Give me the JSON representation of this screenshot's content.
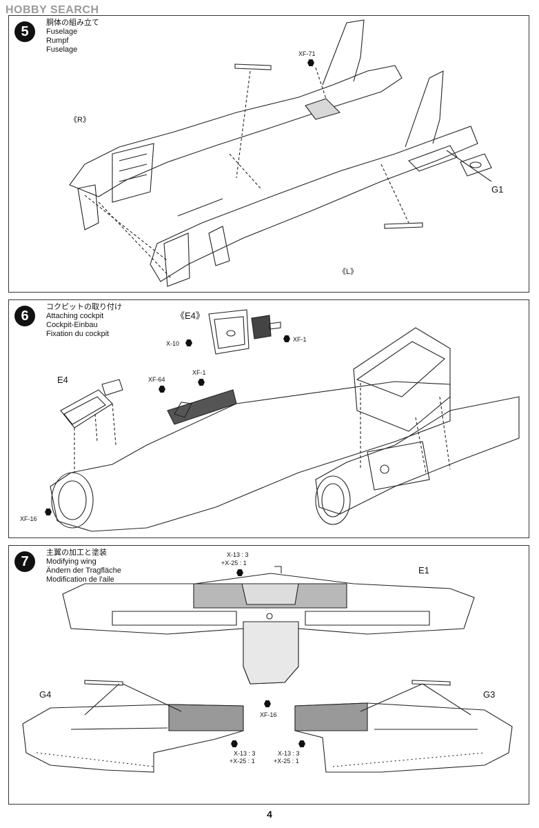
{
  "watermark": "HOBBY SEARCH",
  "page_number": "4",
  "step5": {
    "number": "5",
    "title_ja": "胴体の組み立て",
    "title_de": "Rumpf",
    "title_en": "Fuselage",
    "title_fr": "Fuselage",
    "label_r": "《R》",
    "label_l": "《L》",
    "paint": "XF-71",
    "part_g1": "G1"
  },
  "step6": {
    "number": "6",
    "title_ja": "コクピットの取り付け",
    "title_en": "Attaching cockpit",
    "title_de": "Cockpit-Einbau",
    "title_fr": "Fixation du cockpit",
    "label_e4_bracket": "《E4》",
    "paint_x10": "X-10",
    "paint_xf1_a": "XF-1",
    "part_e4": "E4",
    "paint_xf64": "XF-64",
    "paint_xf1_b": "XF-1",
    "paint_xf16": "XF-16"
  },
  "step7": {
    "number": "7",
    "title_ja": "主翼の加工と塗装",
    "title_en": "Modifying wing",
    "title_de": "Ändern der Tragfläche",
    "title_fr": "Modification de l'aile",
    "mix1_line1": "X-13 : 3",
    "mix1_line2": "+X-25 : 1",
    "part_e1": "E1",
    "part_g4": "G4",
    "part_g3": "G3",
    "paint_xf16": "XF-16",
    "mix2_line1": "X-13 : 3",
    "mix2_line2": "+X-25 : 1",
    "mix3_line1": "X-13 : 3",
    "mix3_line2": "+X-25 : 1"
  }
}
